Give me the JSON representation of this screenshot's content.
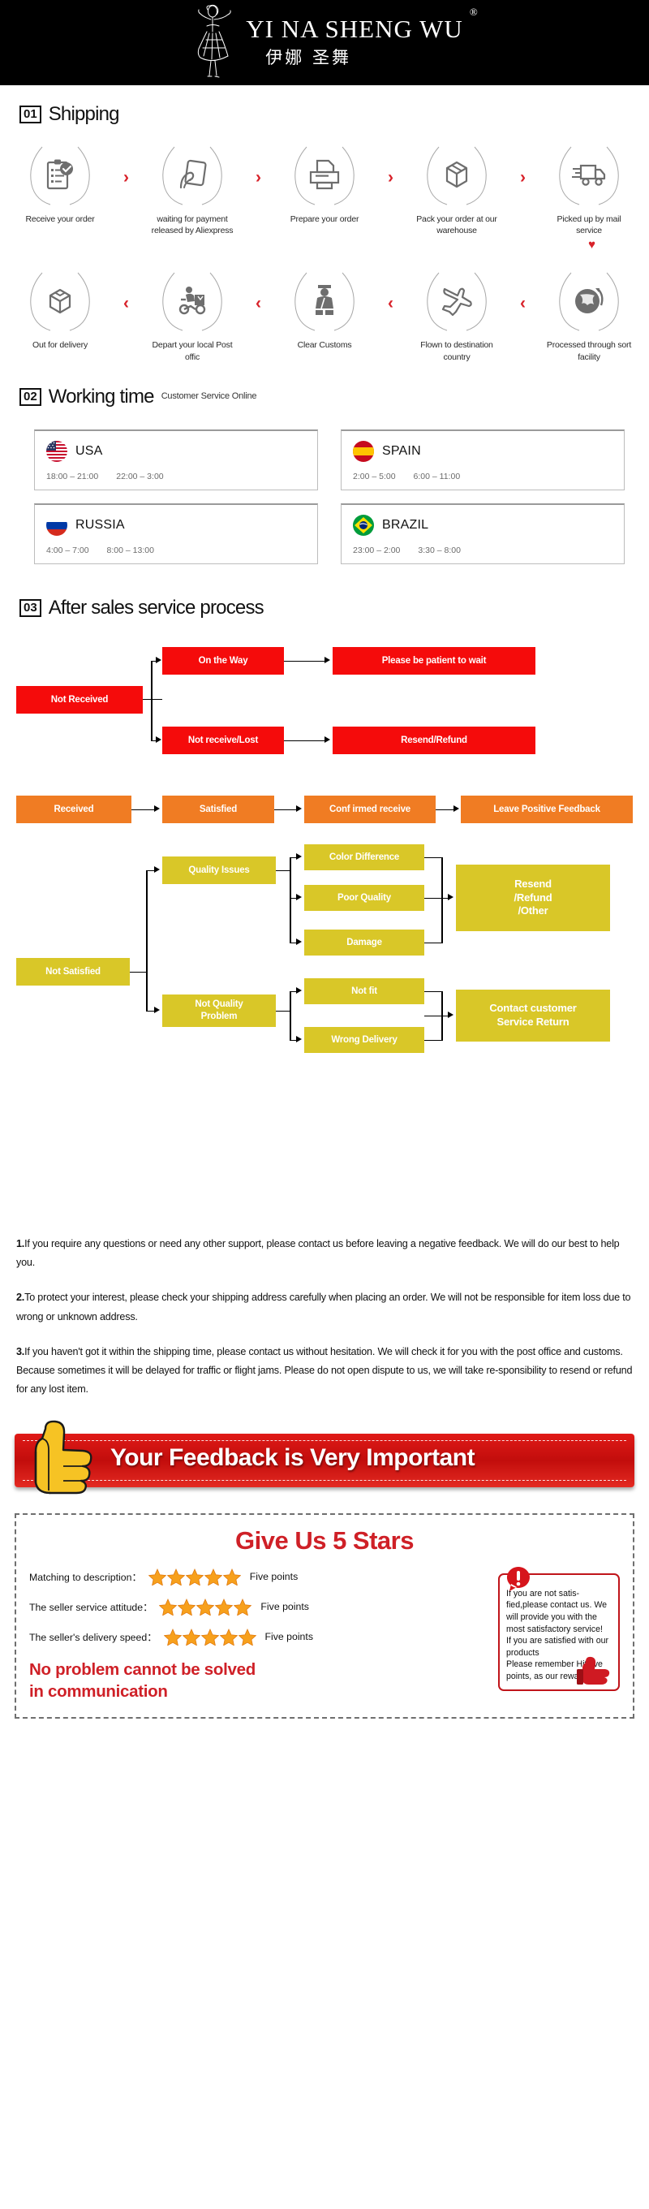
{
  "header": {
    "brand_en": "YI NA SHENG WU",
    "registered_mark": "®",
    "brand_cn": "伊娜 圣舞",
    "logo_icon": "dancer-figure-icon"
  },
  "shipping": {
    "number": "01",
    "title": "Shipping",
    "row1": [
      {
        "icon": "clipboard-check-icon",
        "label": "Receive your order"
      },
      {
        "icon": "hand-card-icon",
        "label": "waiting for payment\nreleased by Aliexpress"
      },
      {
        "icon": "printer-icon",
        "label": "Prepare your order"
      },
      {
        "icon": "box-package-icon",
        "label": "Pack your order at\nour warehouse"
      },
      {
        "icon": "truck-icon",
        "label": "Picked up by\nmail service"
      }
    ],
    "row2": [
      {
        "icon": "open-box-icon",
        "label": "Out  for delivery"
      },
      {
        "icon": "scooter-courier-icon",
        "label": "Depart your local\nPost offic"
      },
      {
        "icon": "customs-officer-icon",
        "label": "Clear Customs"
      },
      {
        "icon": "airplane-icon",
        "label": "Flown to\ndestination country"
      },
      {
        "icon": "globe-icon",
        "label": "Processed through\nsort facility"
      }
    ],
    "arrow_forward": "›",
    "arrow_back": "‹",
    "heart": "♥"
  },
  "working_time": {
    "number": "02",
    "title": "Working time",
    "subtitle": "Customer Service Online",
    "cards": [
      {
        "flag": "usa-flag-icon",
        "country": "USA",
        "times": [
          "18:00 – 21:00",
          "22:00 – 3:00"
        ]
      },
      {
        "flag": "spain-flag-icon",
        "country": "SPAIN",
        "times": [
          "2:00 – 5:00",
          "6:00 – 11:00"
        ]
      },
      {
        "flag": "russia-flag-icon",
        "country": "RUSSIA",
        "times": [
          "4:00 – 7:00",
          "8:00 – 13:00"
        ]
      },
      {
        "flag": "brazil-flag-icon",
        "country": "BRAZIL",
        "times": [
          "23:00 – 2:00",
          "3:30 – 8:00"
        ]
      }
    ]
  },
  "after_sales": {
    "number": "03",
    "title": "After sales service process",
    "flow": {
      "not_received": "Not Received",
      "on_the_way": "On the Way",
      "please_wait": "Please be patient to wait",
      "not_receive_lost": "Not receive/Lost",
      "resend_refund": "Resend/Refund",
      "received": "Received",
      "satisfied": "Satisfied",
      "confirmed_receive": "Conf irmed receive",
      "leave_positive_feedback": "Leave Positive Feedback",
      "not_satisfied": "Not Satisfied",
      "quality_issues": "Quality Issues",
      "color_difference": "Color Difference",
      "poor_quality": "Poor Quality",
      "damage": "Damage",
      "resend_refund_other": "Resend\n/Refund\n/Other",
      "not_quality_problem": "Not Quality\nProblem",
      "not_fit": "Not fit",
      "wrong_delivery": "Wrong Delivery",
      "contact_customer_service_return": "Contact customer\nService Return"
    }
  },
  "notes": [
    {
      "num": "1.",
      "text": "If you require any questions or need any other support, please contact us before leaving a negative feedback. We will do our best to help you."
    },
    {
      "num": "2.",
      "text": "To protect your interest, please check your shipping address carefully when placing an order. We will not be responsible for item loss due to wrong or unknown address."
    },
    {
      "num": "3.",
      "text": "If you haven't got it within the shipping time, please contact us without hesitation. We will check it for you with the post office and customs. Because sometimes it will be delayed for traffic or flight jams. Please do not open dispute to us, we will take re-sponsibility to resend or refund for any lost item."
    }
  ],
  "feedback_banner": {
    "text": "Your Feedback is Very Important",
    "icon": "thumbs-up-icon"
  },
  "stars": {
    "title": "Give Us 5 Stars",
    "rows": [
      {
        "label": "Matching to description：",
        "count": 5,
        "points": "Five points"
      },
      {
        "label": "The seller service attitude：",
        "count": 5,
        "points": "Five points"
      },
      {
        "label": "The seller's delivery speed：",
        "count": 5,
        "points": "Five points"
      }
    ],
    "slogan": "No problem cannot be solved\nin communication",
    "warning": {
      "icon": "exclamation-bubble-icon",
      "thumb_icon": "thumbs-up-icon",
      "text": "If you are not satis-fied,please contact us. We will provide you with the most satisfactory service!\nIf you are satisfied with our products\nPlease remember Hit five points, as our reward!"
    }
  },
  "colors": {
    "red": "#f50b0b",
    "orange": "#f07c23",
    "yellow": "#d9c728",
    "banner_red": "#cf2027",
    "accent_arrow": "#d8222a",
    "star": "#f7a01c"
  }
}
